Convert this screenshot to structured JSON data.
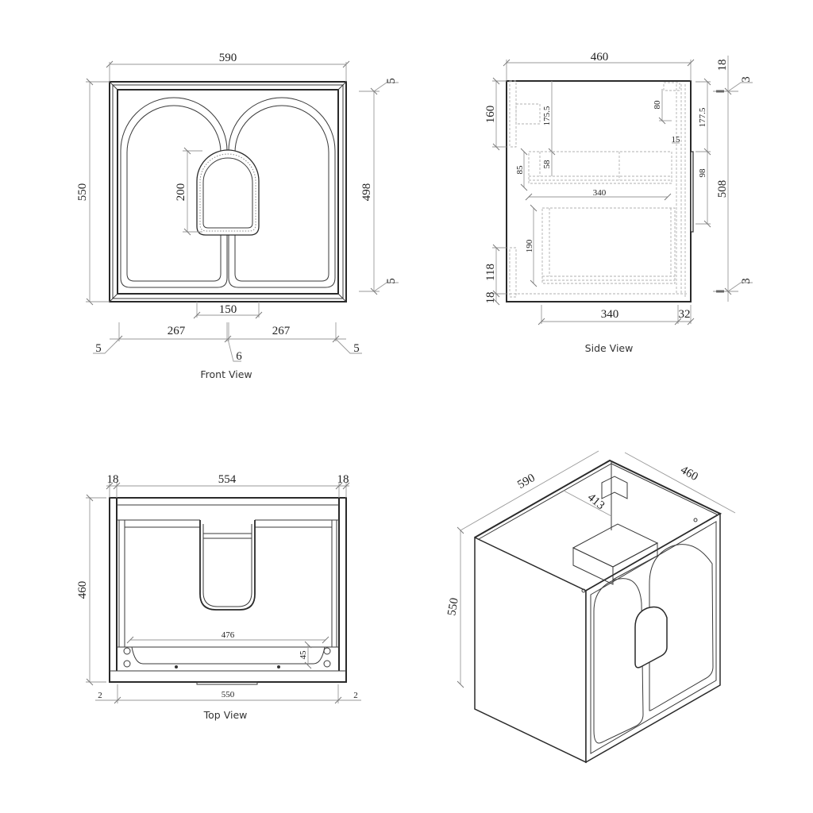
{
  "views": {
    "front": {
      "label": "Front View",
      "dims": {
        "width": "590",
        "height": "550",
        "door_height": "498",
        "gap_top": "5",
        "gap_bottom": "5",
        "handle_height": "200",
        "handle_width": "150",
        "door_left": "267",
        "door_right": "267",
        "gap_left": "5",
        "gap_center": "6",
        "gap_right": "5"
      }
    },
    "side": {
      "label": "Side View",
      "dims": {
        "depth": "460",
        "top_panel": "18",
        "top_gap": "3",
        "bottom_gap": "3",
        "door_height": "508",
        "upper_bracket": "160",
        "drawer_top_offset": "175.5",
        "right_bracket": "80",
        "handle_top_offset": "177.5",
        "gap_15": "15",
        "drawer_height": "85",
        "drawer_inner": "58",
        "handle_length": "98",
        "drawer_depth": "340",
        "lower_cavity": "190",
        "lower_bracket": "118",
        "bottom_panel": "18",
        "bottom_depth": "340",
        "door_thickness": "32"
      }
    },
    "top": {
      "label": "Top View",
      "dims": {
        "side_left": "18",
        "inner_width": "554",
        "side_right": "18",
        "depth": "460",
        "rail_width": "476",
        "rail_depth": "45",
        "door_width": "550",
        "gap_left": "2",
        "gap_right": "2"
      }
    },
    "iso": {
      "dims": {
        "width": "590",
        "depth": "460",
        "height": "550",
        "inner": "413"
      }
    }
  },
  "colors": {
    "line": "#2a2a2a",
    "dimension": "#9a9a9a",
    "hidden": "#b0b0b0",
    "background": "#ffffff"
  }
}
